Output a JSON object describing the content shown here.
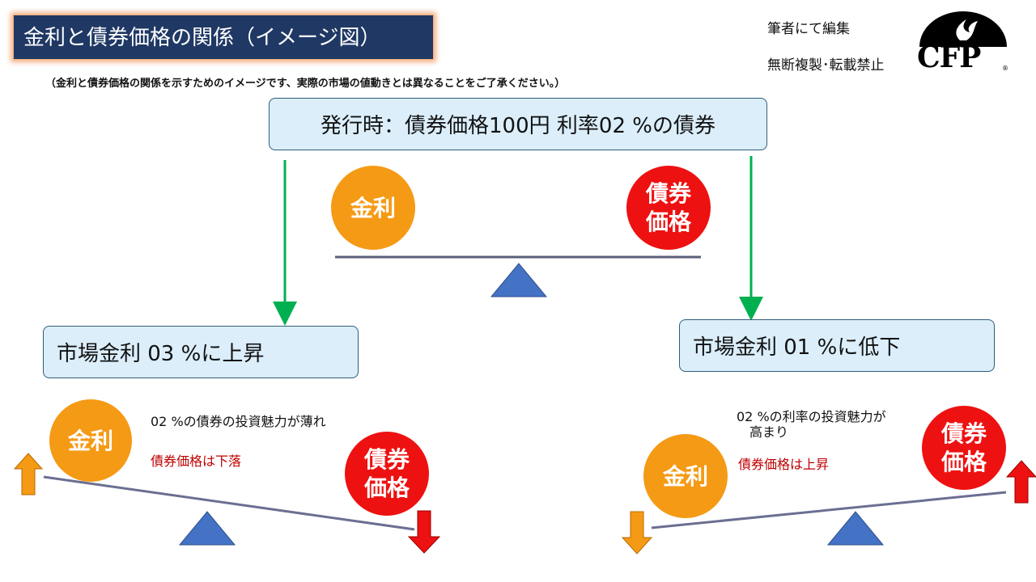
{
  "header": {
    "title": "金利と債券価格の関係（イメージ図）",
    "note": "（金利と債券価格の関係を示すためのイメージです、実際の市場の値動きとは異なることをご了承ください。）",
    "credit_line1": "筆者にて編集",
    "credit_line2": "無断複製･転載禁止",
    "logo_text": "CFP",
    "logo_mark": "®"
  },
  "issue": {
    "label": "発行時：債券価格100円 利率02 %の債券"
  },
  "balance_labels": {
    "rate": "金利",
    "bond_line1": "債券",
    "bond_line2": "価格"
  },
  "left_case": {
    "box_label": "市場金利 03 %に上昇",
    "desc_line1": "02 %の債券の投資魅力が薄れ",
    "desc_line2": "債券価格は下落"
  },
  "right_case": {
    "box_label": "市場金利 01 %に低下",
    "desc_line1": "02 %の利率の投資魅力が",
    "desc_line1b": "高まり",
    "desc_line2": "債券価格は上昇"
  },
  "colors": {
    "title_bg": "#1f3864",
    "box_bg": "#dbeefa",
    "rate_circle": "#f59a15",
    "bond_circle": "#ee1111",
    "flow_arrow": "#00b050",
    "fulcrum": "#4472c4",
    "up_arrow": "#c00000",
    "down_arrow": "#c00000"
  }
}
